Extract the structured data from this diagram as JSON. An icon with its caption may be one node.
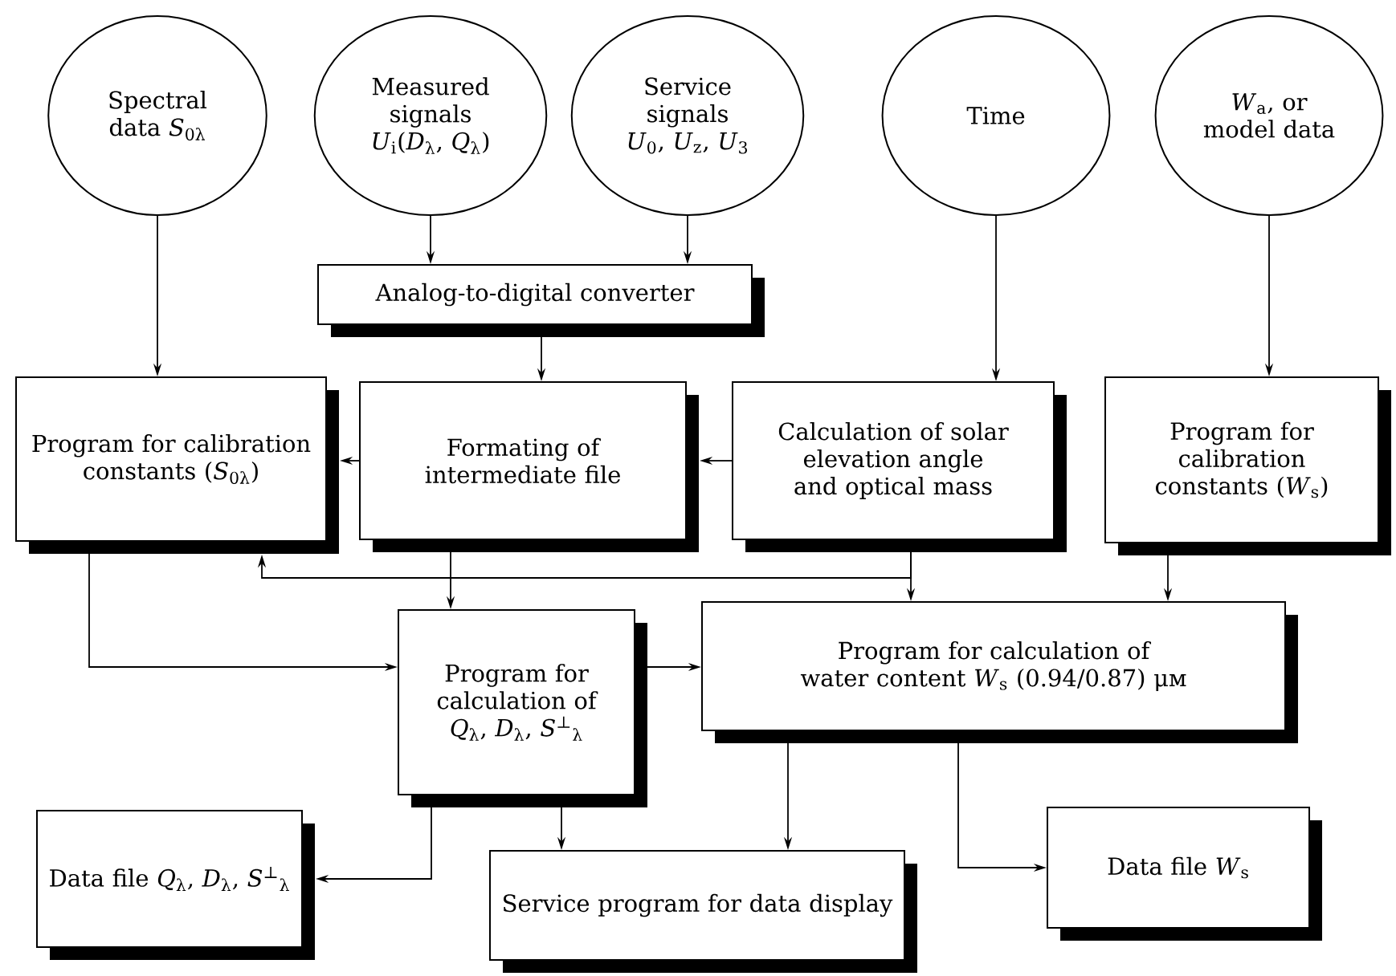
{
  "diagram": {
    "nodes": [
      {
        "text": [
          "Spectral data *S*$_{0λ}$"
        ]
      },
      {
        "text": [
          "Measured signals *U*$_{i}$(*D*$_{λ}$, *Q*$_{λ}$)"
        ]
      },
      {
        "text": [
          "Service signals *U*$_{0}$, *U*$_{z}$, *U*$_{3}$"
        ]
      },
      {
        "text": [
          "Time"
        ]
      },
      {
        "text": [
          "*W*$_{a}$, or model data"
        ]
      },
      {
        "text": [
          "Analog-to-digital converter"
        ]
      },
      {
        "text": [
          "Program for calibration constants (*S*$_{0λ}$)"
        ]
      },
      {
        "text": [
          "Formating of intermediate file"
        ]
      },
      {
        "text": [
          "Calculation of solar elevation angle and optical mass"
        ]
      },
      {
        "text": [
          "Program for calibration constants (*W*$_{s}$)"
        ]
      },
      {
        "text": [
          "Program for calculation of *Q*$_{λ}$, *D*$_{λ}$, *S*$^{⊥}$$_{λ}$"
        ]
      },
      {
        "text": [
          "Program for calculation of water content *W*$_{s}$ (0.94/0.87) μм"
        ]
      },
      {
        "text": [
          "Data file *Q*$_{λ}$, *D*$_{λ}$, *S*$^{⊥}$$_{λ}$"
        ]
      },
      {
        "text": [
          "Service program for data display"
        ]
      },
      {
        "text": [
          "Data file *W*$_{s}$"
        ]
      }
    ],
    "edges": [
      {
        "from": 0,
        "to": 6,
        "arrow": "to"
      },
      {
        "from": 1,
        "to": 5,
        "arrow": "to"
      },
      {
        "from": 2,
        "to": 5,
        "arrow": "to"
      },
      {
        "from": 3,
        "to": 8,
        "arrow": "to"
      },
      {
        "from": 4,
        "to": 9,
        "arrow": "to"
      },
      {
        "from": 5,
        "to": 7,
        "arrow": "to"
      },
      {
        "from": 7,
        "to": 6,
        "arrow": "to"
      },
      {
        "from": 8,
        "to": 7,
        "arrow": "to"
      },
      {
        "from": 8,
        "to": 6,
        "arrow": "to"
      },
      {
        "from": 8,
        "to": 11,
        "arrow": "to"
      },
      {
        "from": 7,
        "to": 10,
        "arrow": "to"
      },
      {
        "from": 6,
        "to": 10,
        "arrow": "to"
      },
      {
        "from": 10,
        "to": 11,
        "arrow": "to"
      },
      {
        "from": 9,
        "to": 11,
        "arrow": "to"
      },
      {
        "from": 10,
        "to": 13,
        "arrow": "to"
      },
      {
        "from": 10,
        "to": 12,
        "arrow": "to"
      },
      {
        "from": 11,
        "to": 13,
        "arrow": "to"
      },
      {
        "from": 11,
        "to": 14,
        "arrow": "to"
      }
    ]
  }
}
